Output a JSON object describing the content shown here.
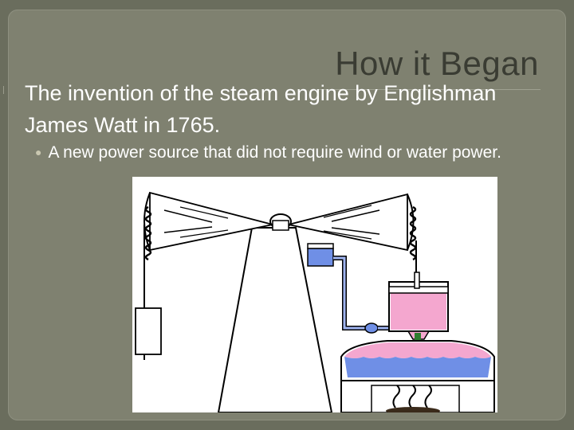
{
  "slide": {
    "title": "How it Began",
    "main_text": "The invention of the steam engine by Englishman James Watt in 1765.",
    "bullets": [
      {
        "text": "A new power source that did not require wind or water power."
      }
    ]
  },
  "illustration": {
    "subject": "steam-engine-diagram",
    "colors": {
      "water": "#6f8fe6",
      "steam": "#f4a7cf",
      "outline": "#000000",
      "valve": "#2f7d2f"
    }
  },
  "theme": {
    "background": "#7f8170",
    "title_color": "#3a3c33",
    "text_color": "#ffffff"
  }
}
